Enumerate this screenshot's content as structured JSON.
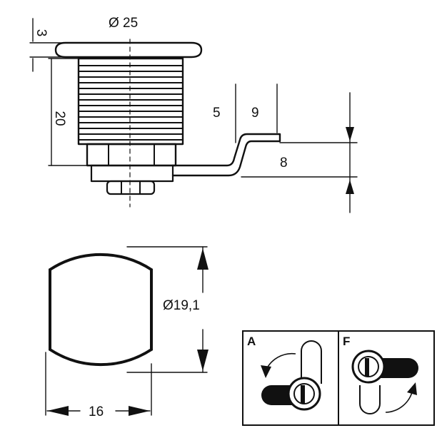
{
  "dimensions": {
    "head_diameter": "Ø 25",
    "head_thickness": "3",
    "body_length": "20",
    "cam_offset_a": "5",
    "cam_offset_b": "9",
    "cam_drop": "8",
    "keyhole_diameter": "Ø19,1",
    "keyhole_flat_width": "16"
  },
  "rotation_panels": [
    {
      "letter": "A"
    },
    {
      "letter": "F"
    }
  ],
  "colors": {
    "ink": "#111111",
    "background": "#ffffff"
  }
}
